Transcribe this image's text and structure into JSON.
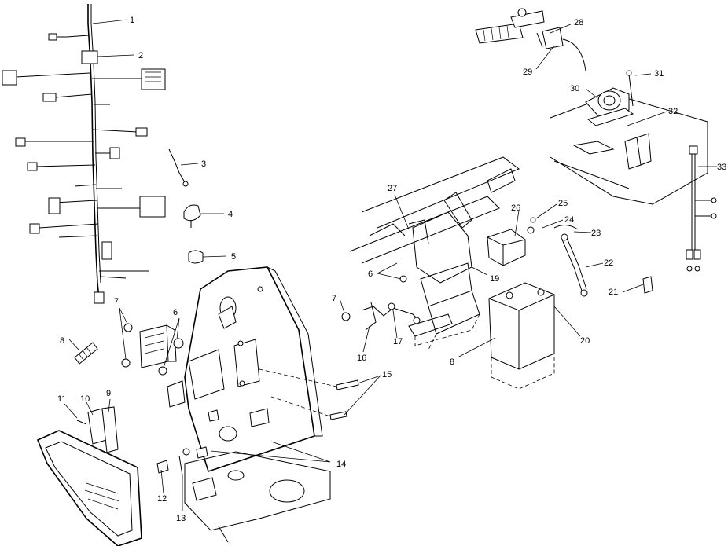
{
  "diagram": {
    "callouts": [
      {
        "id": "1",
        "label": "1"
      },
      {
        "id": "2",
        "label": "2"
      },
      {
        "id": "3",
        "label": "3"
      },
      {
        "id": "4",
        "label": "4"
      },
      {
        "id": "5",
        "label": "5"
      },
      {
        "id": "6a",
        "label": "6"
      },
      {
        "id": "6b",
        "label": "6"
      },
      {
        "id": "7a",
        "label": "7"
      },
      {
        "id": "7b",
        "label": "7"
      },
      {
        "id": "8a",
        "label": "8"
      },
      {
        "id": "8b",
        "label": "8"
      },
      {
        "id": "9",
        "label": "9"
      },
      {
        "id": "10",
        "label": "10"
      },
      {
        "id": "11",
        "label": "11"
      },
      {
        "id": "12",
        "label": "12"
      },
      {
        "id": "13",
        "label": "13"
      },
      {
        "id": "14",
        "label": "14"
      },
      {
        "id": "15",
        "label": "15"
      },
      {
        "id": "16",
        "label": "16"
      },
      {
        "id": "17",
        "label": "17"
      },
      {
        "id": "19",
        "label": "19"
      },
      {
        "id": "20",
        "label": "20"
      },
      {
        "id": "21",
        "label": "21"
      },
      {
        "id": "22",
        "label": "22"
      },
      {
        "id": "23",
        "label": "23"
      },
      {
        "id": "24",
        "label": "24"
      },
      {
        "id": "25",
        "label": "25"
      },
      {
        "id": "26",
        "label": "26"
      },
      {
        "id": "27",
        "label": "27"
      },
      {
        "id": "28",
        "label": "28"
      },
      {
        "id": "29",
        "label": "29"
      },
      {
        "id": "30",
        "label": "30"
      },
      {
        "id": "31",
        "label": "31"
      },
      {
        "id": "32",
        "label": "32"
      },
      {
        "id": "33",
        "label": "33"
      }
    ]
  }
}
